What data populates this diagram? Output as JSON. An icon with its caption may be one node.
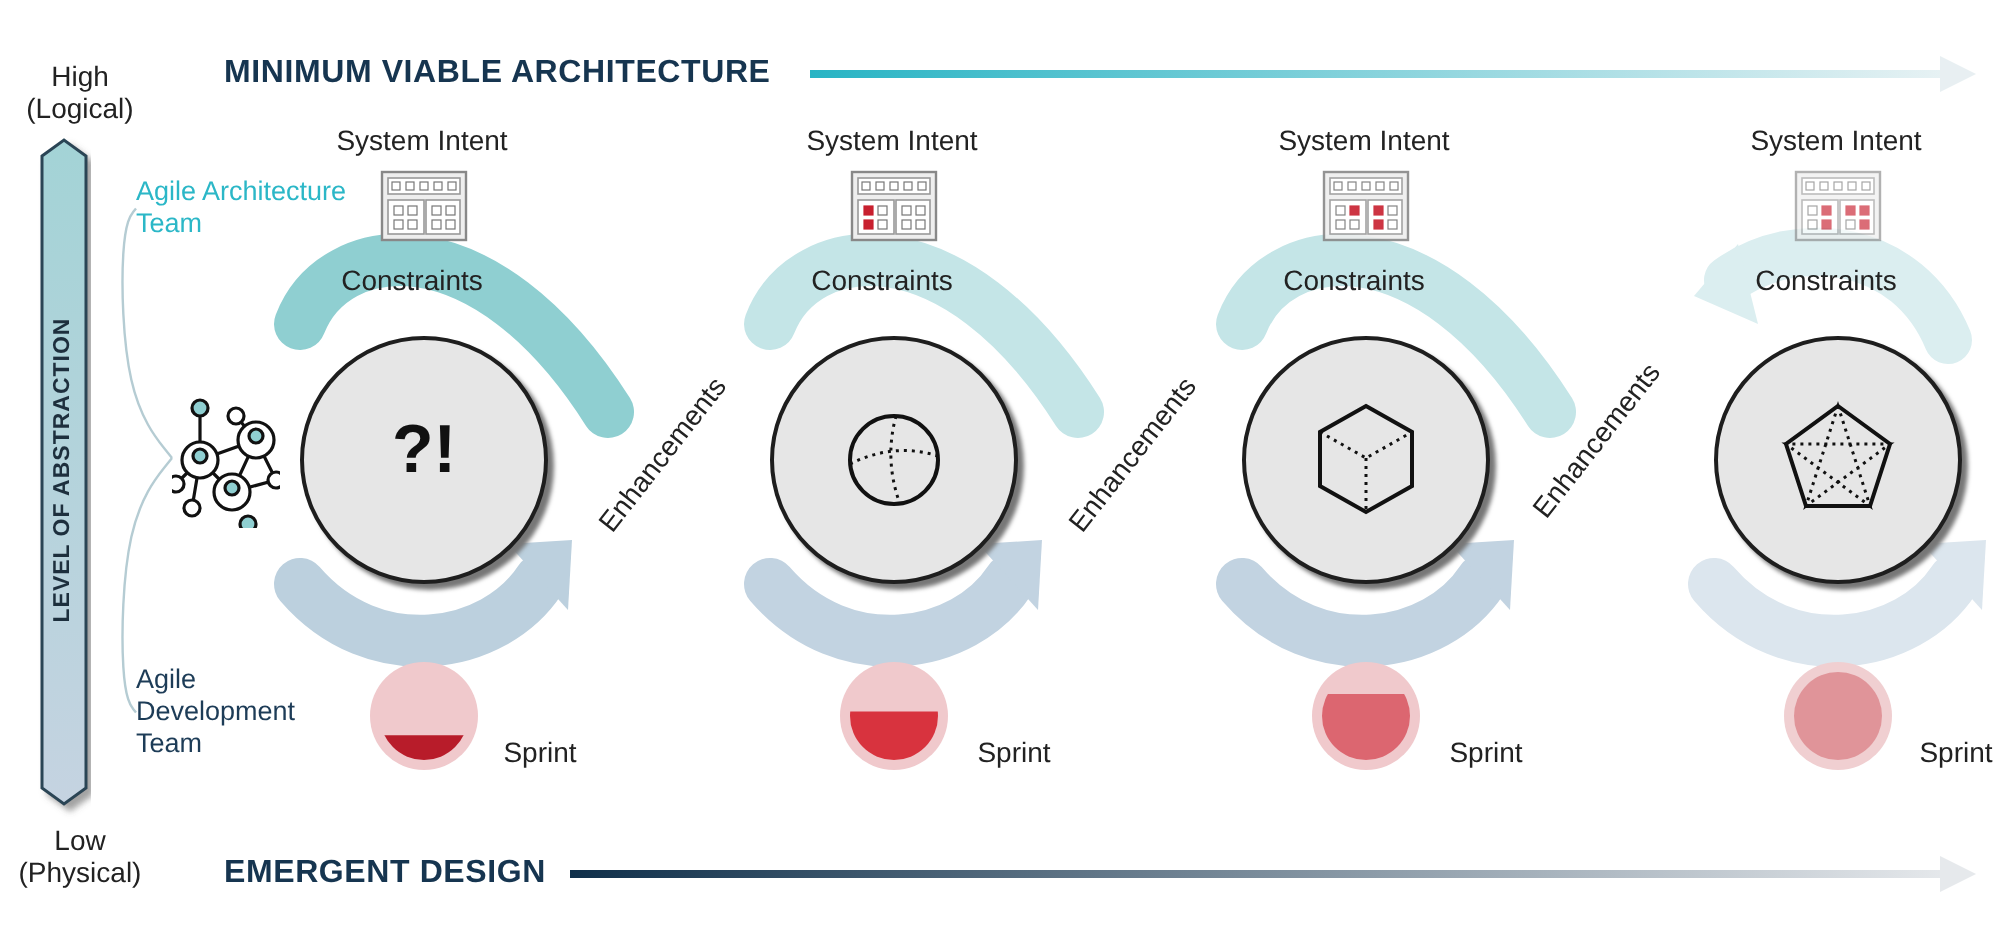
{
  "diagram": {
    "nodes": [
      {
        "text": [
          "Agile Architecture Team"
        ]
      },
      {
        "text": [],
        "shape": "picture"
      },
      {
        "text": [
          "Agile Development Team"
        ]
      },
      {
        "text": [
          "?!"
        ],
        "beside": [
          "Constraints",
          "Enhancements"
        ]
      },
      {
        "text": [],
        "shape": "circle",
        "beside": [
          "Constraints",
          "Enhancements"
        ]
      },
      {
        "text": [],
        "shape": "circle",
        "beside": [
          "Constraints",
          "Enhancements"
        ]
      },
      {
        "text": [],
        "shape": "circle",
        "beside": [
          "Constraints"
        ]
      }
    ],
    "edges": [
      {
        "from": 0,
        "to": 1,
        "arrow": "none"
      },
      {
        "from": 2,
        "to": 1,
        "arrow": "none"
      }
    ],
    "labels": [
      "High (Logical)",
      "MINIMUM VIABLE ARCHITECTURE",
      "System Intent",
      "System Intent",
      "System Intent",
      "System Intent",
      "LEVEL OF ABSTRACTION",
      "Sprint",
      "Sprint",
      "Sprint",
      "Sprint",
      "Low (Physical)",
      "EMERGENT DESIGN"
    ]
  }
}
